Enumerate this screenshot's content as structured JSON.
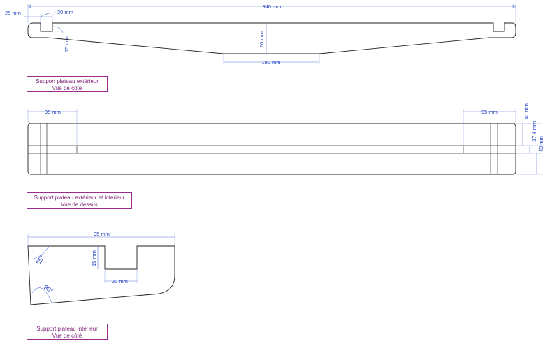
{
  "captions": {
    "side_outer": {
      "line1": "Support plateau extérieur",
      "line2": "Vue de côté"
    },
    "top_view": {
      "line1": "Support plateau extérieur et intérieur",
      "line2": "Vue de dessus"
    },
    "side_inner": {
      "line1": "Support plateau intérieur",
      "line2": "Vue de côté"
    }
  },
  "dimensions": {
    "side_outer": {
      "overall_length": "940 mm",
      "edge_offset": "25 mm",
      "notch_width": "20 mm",
      "notch_depth": "15 mm",
      "center_height": "60 mm",
      "flat_bottom": "180 mm"
    },
    "top_view": {
      "left_block": "95 mm",
      "right_block": "95 mm",
      "outer_width_top": "40 mm",
      "middle_gap": "17,4 mm",
      "outer_width_bottom": "40 mm"
    },
    "side_inner": {
      "length": "95 mm",
      "notch_depth": "15 mm",
      "notch_width": "20 mm",
      "angle_top": "85°",
      "angle_bottom": "90°"
    }
  },
  "colors": {
    "dimension": "#1f3fbf",
    "caption": "#7a1f73",
    "caption_border": "#9b2d8f",
    "outline": "#222222"
  }
}
